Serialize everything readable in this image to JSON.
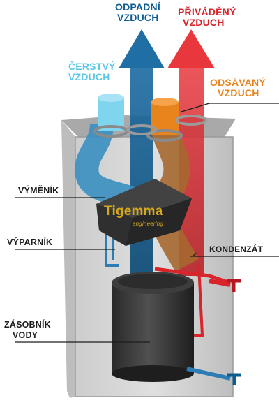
{
  "labels": {
    "odpadni_line1": "ODPADNÍ",
    "odpadni_line2": "VZDUCH",
    "privadeny_line1": "PŘIVÁDĚNÝ",
    "privadeny_line2": "VZDUCH",
    "cerstvy_line1": "ČERSTVÝ",
    "cerstvy_line2": "VZDUCH",
    "odsavany_line1": "ODSÁVANÝ",
    "odsavany_line2": "VZDUCH",
    "vymenik": "VÝMĚNÍK",
    "vyparnik": "VÝPARNÍK",
    "kondenzat": "KONDENZÁT",
    "zasobnik_line1": "ZÁSOBNÍK",
    "zasobnik_line2": "VODY"
  },
  "logo": {
    "brand": "Tigemma",
    "tagline": "engineering"
  },
  "colors": {
    "odpadni": "#0f5c8f",
    "privadeny": "#d8242a",
    "cerstvy": "#5ec7e6",
    "odsavany": "#e8841c",
    "label_dark": "#1d1d1b",
    "logo_gold": "#d7a91a"
  }
}
